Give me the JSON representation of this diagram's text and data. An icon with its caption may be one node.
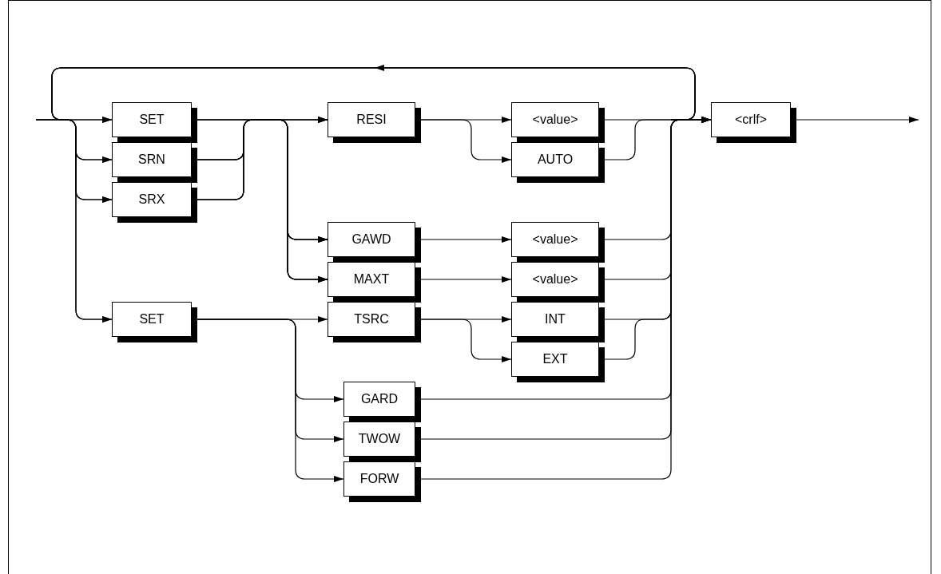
{
  "diagram": {
    "nodes": [
      {
        "text": [
          "SET"
        ]
      },
      {
        "text": [
          "SRN"
        ]
      },
      {
        "text": [
          "SRX"
        ]
      },
      {
        "text": [
          "SET"
        ]
      },
      {
        "text": [
          "RESI"
        ]
      },
      {
        "text": [
          "GAWD"
        ]
      },
      {
        "text": [
          "MAXT"
        ]
      },
      {
        "text": [
          "TSRC"
        ]
      },
      {
        "text": [
          "GARD"
        ]
      },
      {
        "text": [
          "TWOW"
        ]
      },
      {
        "text": [
          "FORW"
        ]
      },
      {
        "text": [
          "<value>"
        ]
      },
      {
        "text": [
          "AUTO"
        ]
      },
      {
        "text": [
          "<value>"
        ]
      },
      {
        "text": [
          "<value>"
        ]
      },
      {
        "text": [
          "INT"
        ]
      },
      {
        "text": [
          "EXT"
        ]
      },
      {
        "text": [
          "<crlf>"
        ]
      }
    ],
    "edges": [
      {
        "from": null,
        "to": 0,
        "arrow": "to"
      },
      {
        "from": null,
        "to": 1,
        "arrow": "to"
      },
      {
        "from": null,
        "to": 2,
        "arrow": "to"
      },
      {
        "from": null,
        "to": 3,
        "arrow": "to"
      },
      {
        "from": 0,
        "to": 4,
        "arrow": "to"
      },
      {
        "from": 0,
        "to": 5,
        "arrow": "to"
      },
      {
        "from": 0,
        "to": 6,
        "arrow": "to"
      },
      {
        "from": 1,
        "to": 4,
        "arrow": "to"
      },
      {
        "from": 1,
        "to": 5,
        "arrow": "to"
      },
      {
        "from": 1,
        "to": 6,
        "arrow": "to"
      },
      {
        "from": 2,
        "to": 4,
        "arrow": "to"
      },
      {
        "from": 2,
        "to": 5,
        "arrow": "to"
      },
      {
        "from": 2,
        "to": 6,
        "arrow": "to"
      },
      {
        "from": 3,
        "to": 7,
        "arrow": "to"
      },
      {
        "from": 3,
        "to": 8,
        "arrow": "to"
      },
      {
        "from": 3,
        "to": 9,
        "arrow": "to"
      },
      {
        "from": 3,
        "to": 10,
        "arrow": "to"
      },
      {
        "from": 4,
        "to": 11,
        "arrow": "to"
      },
      {
        "from": 4,
        "to": 12,
        "arrow": "to"
      },
      {
        "from": 5,
        "to": 13,
        "arrow": "to"
      },
      {
        "from": 6,
        "to": 14,
        "arrow": "to"
      },
      {
        "from": 7,
        "to": 15,
        "arrow": "to"
      },
      {
        "from": 7,
        "to": 16,
        "arrow": "to"
      },
      {
        "from": 11,
        "to": 17,
        "arrow": "to"
      },
      {
        "from": 12,
        "to": 17,
        "arrow": "to"
      },
      {
        "from": 13,
        "to": 17,
        "arrow": "to"
      },
      {
        "from": 14,
        "to": 17,
        "arrow": "to"
      },
      {
        "from": 15,
        "to": 17,
        "arrow": "to"
      },
      {
        "from": 16,
        "to": 17,
        "arrow": "to"
      },
      {
        "from": 8,
        "to": 17,
        "arrow": "to"
      },
      {
        "from": 9,
        "to": 17,
        "arrow": "to"
      },
      {
        "from": 10,
        "to": 17,
        "arrow": "to"
      },
      {
        "from": null,
        "to": 0,
        "arrow": "to"
      },
      {
        "from": null,
        "to": 1,
        "arrow": "to"
      },
      {
        "from": null,
        "to": 2,
        "arrow": "to"
      },
      {
        "from": null,
        "to": 3,
        "arrow": "to"
      },
      {
        "from": 17,
        "to": null,
        "arrow": "to"
      }
    ]
  }
}
